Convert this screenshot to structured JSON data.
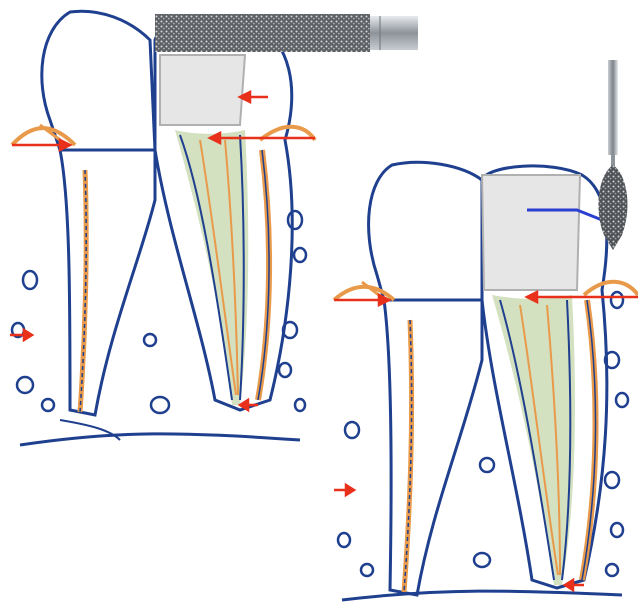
{
  "figure": {
    "panels": [
      {
        "id": "panel-a",
        "tool": "cylindrical-diamond-bur"
      },
      {
        "id": "panel-b",
        "tool": "flame-diamond-bur"
      }
    ],
    "colors": {
      "outline": "#1f3f8f",
      "pulp": "#c8d9b0",
      "periodontal": "#e89a4a",
      "arrow": "#e8301a",
      "bur_shank": "#9aa0a8",
      "bur_diamond": "#6b6f74",
      "cavity_fill": "#e6e6e6"
    }
  }
}
